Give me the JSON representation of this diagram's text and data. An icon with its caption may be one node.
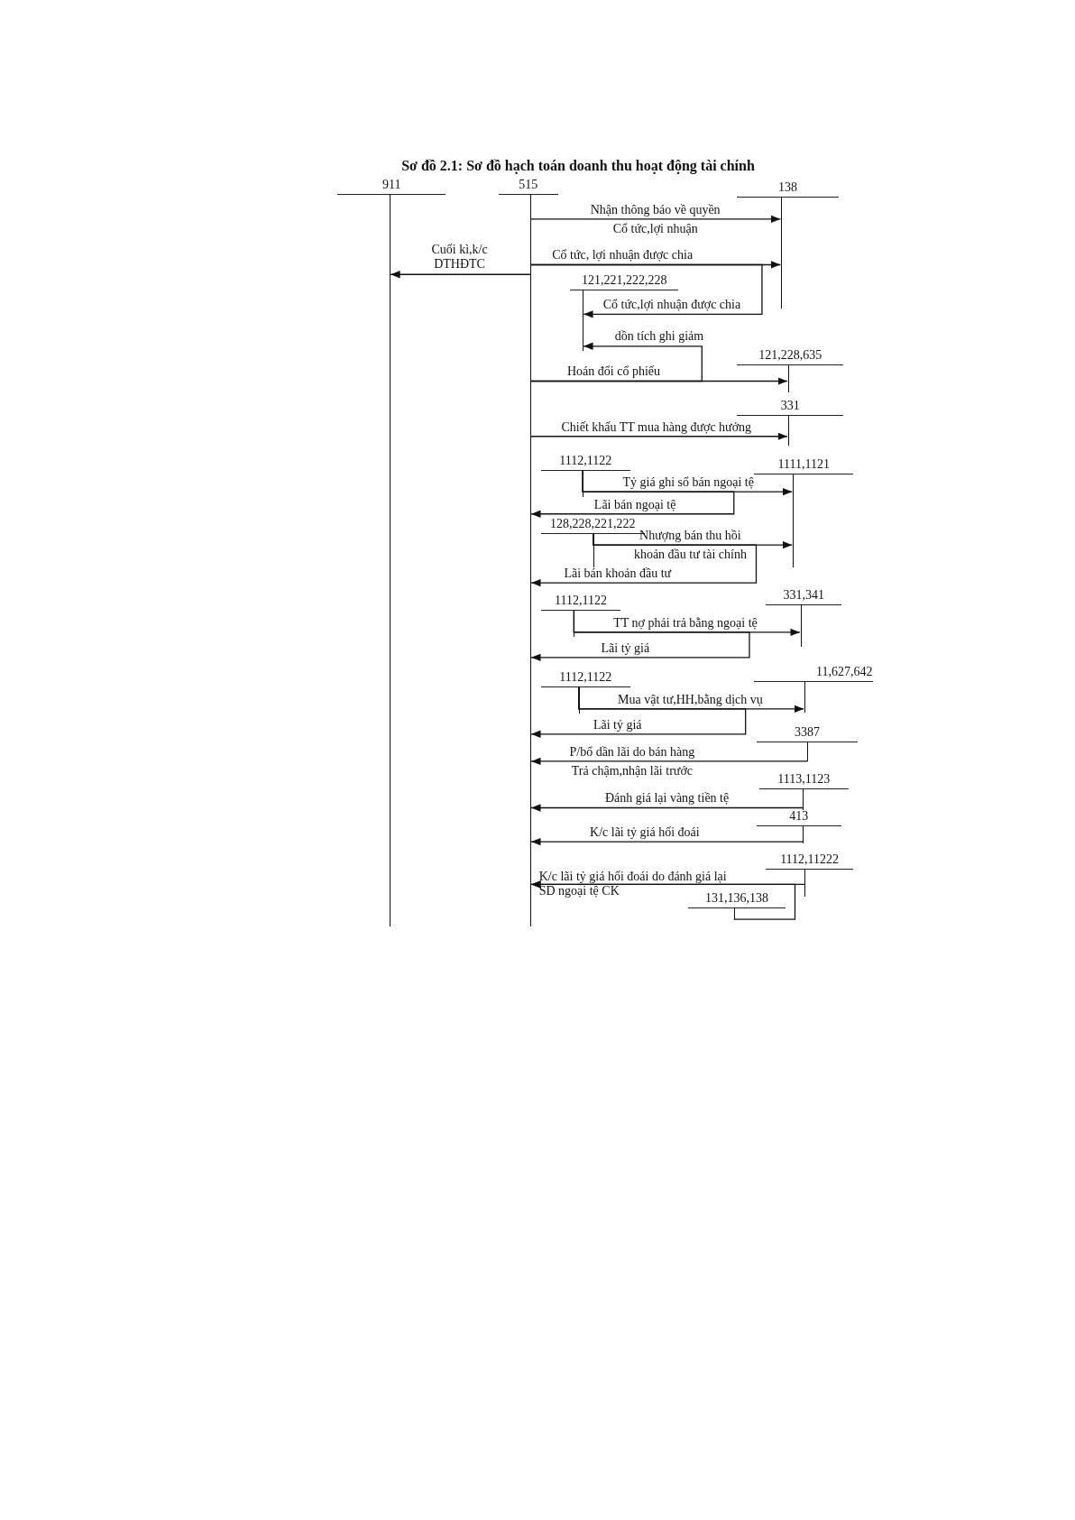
{
  "diagram": {
    "title": "Sơ đồ 2.1: Sơ đồ hạch toán doanh thu hoạt động tài chính",
    "nodes": [
      {
        "text": [
          "911"
        ]
      },
      {
        "text": [
          "515"
        ]
      },
      {
        "text": [
          "138"
        ]
      },
      {
        "text": [
          "121,221,222,228"
        ]
      },
      {
        "text": [
          "121,228,635"
        ]
      },
      {
        "text": [
          "331"
        ]
      },
      {
        "text": [
          "1112,1122"
        ]
      },
      {
        "text": [
          "1111,1121"
        ]
      },
      {
        "text": [
          "128,228,221,222"
        ]
      },
      {
        "text": [
          "1112,1122"
        ]
      },
      {
        "text": [
          "331,341"
        ]
      },
      {
        "text": [
          "1112,1122"
        ]
      },
      {
        "text": [
          "11,627,642"
        ]
      },
      {
        "text": [
          "3387"
        ]
      },
      {
        "text": [
          "1113,1123"
        ]
      },
      {
        "text": [
          "413"
        ]
      },
      {
        "text": [
          "1112,11222"
        ]
      },
      {
        "text": [
          "131,136,138"
        ]
      }
    ],
    "edges": [
      {
        "from": 1,
        "to": 2,
        "arrow": "to",
        "label": "Nhận thông báo về quyền Cổ tức,lợi nhuận"
      },
      {
        "from": 1,
        "to": 2,
        "arrow": "to",
        "label": "Cổ tức, lợi nhuận được chia"
      },
      {
        "from": 1,
        "to": 0,
        "arrow": "to",
        "label": "Cuối kì,k/c DTHĐTC"
      },
      {
        "from": 1,
        "to": 3,
        "arrow": "to",
        "label": "Cổ tức,lợi nhuận được chia"
      },
      {
        "from": 1,
        "to": 3,
        "arrow": "to",
        "label": "dồn tích ghi giảm"
      },
      {
        "from": 1,
        "to": 4,
        "arrow": "to",
        "label": "Hoán đổi cổ phiếu"
      },
      {
        "from": 1,
        "to": 5,
        "arrow": "to",
        "label": "Chiết khấu TT mua hàng được hưởng"
      },
      {
        "from": 6,
        "to": 7,
        "arrow": "to",
        "label": "Tỷ giá ghi sổ bán ngoại tệ"
      },
      {
        "from": 6,
        "to": 1,
        "arrow": "to",
        "label": "Lãi bán ngoại tệ"
      },
      {
        "from": 8,
        "to": 7,
        "arrow": "to",
        "label": "Nhượng bán thu hồi khoản đầu tư tài chính"
      },
      {
        "from": 8,
        "to": 1,
        "arrow": "to",
        "label": "Lãi bán khoản đầu tư"
      },
      {
        "from": 9,
        "to": 10,
        "arrow": "to",
        "label": "TT nợ phải trả bằng ngoại tệ"
      },
      {
        "from": 9,
        "to": 1,
        "arrow": "to",
        "label": "Lãi tỷ giá"
      },
      {
        "from": 11,
        "to": 12,
        "arrow": "to",
        "label": "Mua vật tư,HH,bằng dịch vụ"
      },
      {
        "from": 11,
        "to": 1,
        "arrow": "to",
        "label": "Lãi tỷ giá"
      },
      {
        "from": 13,
        "to": 1,
        "arrow": "to",
        "label": "P/bổ dần lãi do bán hàng Trả chậm,nhận lãi trước"
      },
      {
        "from": 14,
        "to": 1,
        "arrow": "to",
        "label": "Đánh giá lại vàng tiền tệ"
      },
      {
        "from": 15,
        "to": 1,
        "arrow": "to",
        "label": "K/c lãi tỷ giá hối đoái"
      },
      {
        "from": 16,
        "to": 1,
        "arrow": "to",
        "label": "K/c lãi tỷ giá hối đoái do đánh giá lại SD ngoại tệ CK"
      },
      {
        "from": 17,
        "to": 1,
        "arrow": "to"
      }
    ]
  }
}
